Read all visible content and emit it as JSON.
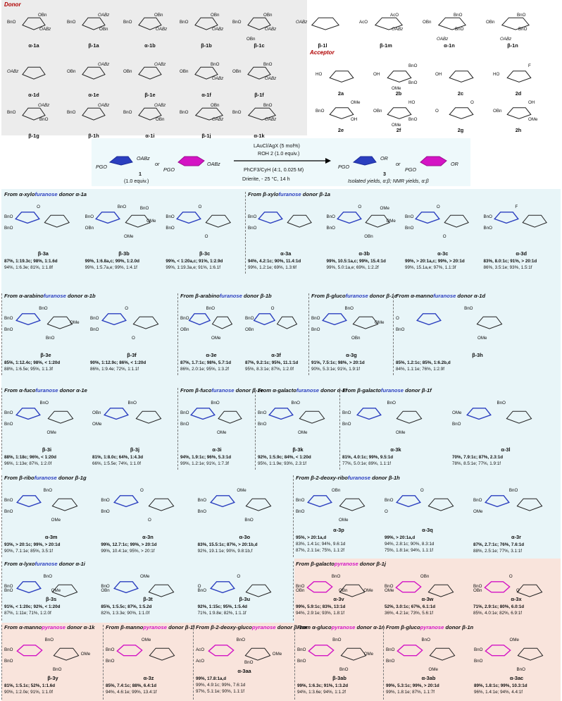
{
  "colors": {
    "donor_panel_bg": "#ececec",
    "furanose_panel_bg": "#e8f5f8",
    "pyranose_panel_bg": "#f9e4dc",
    "furanose_ring": "#2b3fbf",
    "pyranose_ring": "#d414c4",
    "title_red": "#b00000"
  },
  "donor": {
    "title": "Donor",
    "structures": [
      {
        "label": "α-1a",
        "frags": [
          "BnO",
          "OBn",
          "OABz"
        ]
      },
      {
        "label": "β-1a",
        "frags": [
          "BnO",
          "OABz",
          "OBn"
        ]
      },
      {
        "label": "α-1b",
        "frags": [
          "BnO",
          "OBn",
          "OABz"
        ]
      },
      {
        "label": "β-1b",
        "frags": [
          "BnO",
          "OBn",
          "OABz"
        ]
      },
      {
        "label": "β-1c",
        "frags": [
          "BnO",
          "OBn",
          "OABz",
          "OBn"
        ]
      },
      {
        "label": "β-1l",
        "frags": [
          "OABz"
        ]
      },
      {
        "label": "β-1m",
        "frags": [
          "AcO",
          "AcO",
          "OABz"
        ]
      },
      {
        "label": "α-1n",
        "frags": [
          "OBn",
          "BnO",
          "BnO",
          "OABz"
        ]
      },
      {
        "label": "β-1n",
        "frags": [
          "OBn",
          "BnO",
          "BnO",
          "OABz"
        ]
      },
      {
        "label": "α-1d",
        "frags": [
          "OABz"
        ]
      },
      {
        "label": "α-1e",
        "frags": [
          "OBn",
          "OABz"
        ]
      },
      {
        "label": "β-1e",
        "frags": [
          "OBn",
          "OABz"
        ]
      },
      {
        "label": "α-1f",
        "frags": [
          "OBn",
          "BnO",
          "OABz"
        ]
      },
      {
        "label": "β-1f",
        "frags": [
          "OBn",
          "BnO",
          "OABz"
        ]
      },
      {
        "label": "β-1g",
        "frags": [
          "BnO",
          "OABz",
          "BnO"
        ]
      },
      {
        "label": "β-1h",
        "frags": [
          "BnO",
          "OABz"
        ]
      },
      {
        "label": "α-1i",
        "frags": [
          "BnO",
          "OABz",
          "OBn"
        ]
      },
      {
        "label": "β-1j",
        "frags": [
          "BnO",
          "OBn",
          "OABz"
        ]
      },
      {
        "label": "α-1k",
        "frags": [
          "BnO",
          "BnO",
          "OABz"
        ]
      }
    ]
  },
  "acceptor": {
    "title": "Acceptor",
    "structures": [
      {
        "label": "2a",
        "frags": [
          "HO"
        ]
      },
      {
        "label": "2b",
        "frags": [
          "OH",
          "BnO",
          "BnO",
          "OMe"
        ]
      },
      {
        "label": "2c",
        "frags": [
          "OH"
        ]
      },
      {
        "label": "2d",
        "frags": [
          "HO",
          "F"
        ]
      },
      {
        "label": "2e",
        "frags": [
          "BnO",
          "OMe",
          "OH"
        ]
      },
      {
        "label": "2f",
        "frags": [
          "OBn",
          "HO",
          "BnO",
          "OMe"
        ]
      },
      {
        "label": "2g",
        "frags": [
          "O",
          "O"
        ]
      },
      {
        "label": "2h",
        "frags": [
          "OBn",
          "OH",
          "OMe"
        ]
      }
    ]
  },
  "scheme": {
    "donor_left_label": "PGO",
    "donor_left_leaving": "OABz",
    "or1": "or",
    "donor_num": "1",
    "donor_equiv": "(1.0 equiv.)",
    "donor_right_label": "PGO",
    "donor_right_leaving": "OABz",
    "reagent1": "LAuCl/AgX (5 mol%)",
    "reagent2": "ROH 2 (1.0 equiv.)",
    "solvent": "PhCF3/CyH (4:1, 0.025 M)",
    "conditions": "Drierite, - 25 °C, 14 h",
    "product_left_label": "PGO",
    "product_left_or": "OR",
    "or2": "or",
    "product_num": "3",
    "product_right_label": "PGO",
    "product_right_or": "OR",
    "note": "Isolated yields, α:β; NMR yields, α:β"
  },
  "sections": [
    {
      "title_parts": [
        "From α-xylo",
        "furanose",
        " donor α-1a"
      ],
      "kind": "f",
      "products": [
        {
          "name": "β-3a",
          "frags": [
            "BnO",
            "BnO",
            "O"
          ],
          "y1": "87%, 1:19.3c; 98%, 1:1.6d",
          "y2": "94%, 1:6.3e; 81%, 1:1.8f"
        },
        {
          "name": "β-3b",
          "frags": [
            "BnO",
            "OBn",
            "BnO",
            "OMe",
            "OMe",
            "BnO"
          ],
          "y1": "99%, 1:6.8a,c; 99%, 1:2.0d",
          "y2": "99%, 1:5.7a,e; 99%, 1:4.1f"
        },
        {
          "name": "β-3c",
          "frags": [
            "BnO",
            "BnO",
            "O",
            "O"
          ],
          "y1": "99%, < 1:20a,c; 91%, 1:2.9d",
          "y2": "99%, 1:19.3a,e; 91%, 1:6.1f"
        }
      ]
    },
    {
      "title_parts": [
        "From β-xylo",
        "furanose",
        " donor β-1a"
      ],
      "kind": "f",
      "products": [
        {
          "name": "α-3a",
          "frags": [
            "BnO",
            "BnO"
          ],
          "y1": "94%, 4.2:1c; 90%, 11.4:1d",
          "y2": "99%, 1.2:1e; 69%, 1.3:6f"
        },
        {
          "name": "α-3b",
          "frags": [
            "BnO",
            "BnO",
            "O",
            "OBn",
            "OMe",
            "OMe"
          ],
          "y1": "99%, 10.5:1a,c; 99%, 15.4:1d",
          "y2": "99%, 5.0:1a,e; 69%, 1:2.2f"
        },
        {
          "name": "α-3c",
          "frags": [
            "BnO",
            "BnO",
            "O",
            "O"
          ],
          "y1": "99%, > 20:1a,c; 99%, > 20:1d",
          "y2": "99%, 15.1a,e; 97%, 1.1:3f"
        },
        {
          "name": "α-3d",
          "frags": [
            "BnO",
            "BnO",
            "F"
          ],
          "y1": "83%, 8.0:1c; 91%, > 20:1d",
          "y2": "86%, 3.5:1e; 93%, 1.5:1f"
        }
      ]
    },
    {
      "title_parts": [
        "From α-arabino",
        "furanose",
        " donor α-1b"
      ],
      "kind": "f",
      "products": [
        {
          "name": "β-3e",
          "frags": [
            "BnO",
            "BnO",
            "BnO",
            "BnO",
            "OMe"
          ],
          "y1": "85%, 1:12.4c; 98%, < 1:20d",
          "y2": "88%, 1:6.5e; 95%, 1:1.3f"
        },
        {
          "name": "β-3f",
          "frags": [
            "BnO",
            "BnO",
            "O",
            "O"
          ],
          "y1": "90%, 1:12.9c; 86%, < 1:20d",
          "y2": "86%, 1:9.4e; 72%, 1:1.1f"
        }
      ]
    },
    {
      "title_parts": [
        "From β-arabino",
        "furanose",
        " donor β-1b"
      ],
      "kind": "f",
      "products": [
        {
          "name": "α-3e",
          "frags": [
            "BnO",
            "OBn",
            "BnO",
            "OMe"
          ],
          "y1": "87%, 1.7:1c; 98%, 5.7:1d",
          "y2": "86%, 2.0:1e; 95%, 1:3.2f"
        },
        {
          "name": "α-3f",
          "frags": [
            "BnO",
            "OBn",
            "O"
          ],
          "y1": "87%, 9.2:1c; 95%, 11.1:1d",
          "y2": "95%, 8.3:1e; 87%, 1:2.0f"
        }
      ]
    },
    {
      "title_parts": [
        "From β-gluco",
        "furanose",
        " donor β-1c"
      ],
      "kind": "f",
      "products": [
        {
          "name": "α-3g",
          "frags": [
            "BnO",
            "BnO",
            "BnO",
            "OBn",
            "OMe"
          ],
          "y1": "91%, 7.5:1c; 98%, > 20:1d",
          "y2": "90%, 5.3:1e; 91%, 1.9:1f"
        }
      ]
    },
    {
      "title_parts": [
        "From α-manno",
        "furanose",
        " donor α-1d"
      ],
      "kind": "f",
      "products": [
        {
          "name": "β-3h",
          "frags": [
            "O",
            "BnO",
            "BnO",
            "OMe"
          ],
          "y1": "85%, 1.2:1c; 85%, 1:6.2b,d",
          "y2": "84%, 1.1:1e; 76%, 1:2.9f"
        }
      ]
    },
    {
      "title_parts": [
        "From α-fuco",
        "furanose",
        " donor α-1e"
      ],
      "kind": "f",
      "products": [
        {
          "name": "β-3i",
          "frags": [
            "BnO",
            "BnO",
            "BnO",
            "OMe"
          ],
          "y1": "88%, 1:18c; 96%, < 1:20d",
          "y2": "96%, 1:13e; 87%, 1:2.0f"
        },
        {
          "name": "β-3j",
          "frags": [
            "OBn",
            "OMe",
            "BnO"
          ],
          "y1": "81%, 1:8.0c; 64%, 1:4.3d",
          "y2": "66%, 1:5.5e; 74%, 1:1.0f"
        }
      ]
    },
    {
      "title_parts": [
        "From β-fuco",
        "furanose",
        " donor β-1e"
      ],
      "kind": "f",
      "products": [
        {
          "name": "α-3i",
          "frags": [
            "BnO",
            "BnO",
            "BnO",
            "OMe"
          ],
          "y1": "94%, 1.9:1c; 96%, 5.3:1d",
          "y2": "99%, 1.2:1e; 91%, 1:7.3f"
        }
      ]
    },
    {
      "title_parts": [
        "From α-galacto",
        "furanose",
        " donor α-1f"
      ],
      "kind": "f",
      "products": [
        {
          "name": "β-3k",
          "frags": [
            "BnO",
            "BnO",
            "BnO",
            "OMe"
          ],
          "y1": "92%, 1:5.9c; 84%, < 1:20d",
          "y2": "95%, 1:1.9e; 93%, 2.3:1f"
        }
      ]
    },
    {
      "title_parts": [
        "From β-galacto",
        "furanose",
        " donor β-1f"
      ],
      "kind": "f",
      "products": [
        {
          "name": "α-3k",
          "frags": [
            "BnO",
            "BnO",
            "BnO",
            "OMe"
          ],
          "y1": "81%, 4.0:1c; 99%, 9.5:1d",
          "y2": "77%, 5.0:1e; 89%, 1.1:1f"
        },
        {
          "name": "α-3l",
          "frags": [
            "OMe",
            "BnO",
            "BnO"
          ],
          "y1": "70%, 7.9:1c; 87%, 2.3:1d",
          "y2": "78%, 8.5:1e; 77%, 1.9:1f"
        }
      ]
    },
    {
      "title_parts": [
        "From β-ribo",
        "furanose",
        " donor β-1g"
      ],
      "kind": "f",
      "products": [
        {
          "name": "α-3m",
          "frags": [
            "BnO",
            "BnO",
            "BnO",
            "OMe"
          ],
          "y1": "93%, > 20:1c; 99%, > 20:1d",
          "y2": "90%, 7.1:1e; 85%, 3.5:1f"
        },
        {
          "name": "α-3n",
          "frags": [
            "BnO",
            "BnO",
            "O",
            "O"
          ],
          "y1": "99%, 12.7:1c; 99%, > 20:1d",
          "y2": "99%, 10.4:1e; 95%, > 20:1f"
        },
        {
          "name": "α-3o",
          "frags": [
            "BnO",
            "BnO",
            "OMe",
            "BnO"
          ],
          "y1": "83%, 15.5:1c; 87%, > 20:1b,d",
          "y2": "92%, 19.1:1e; 90%, 9.8:1b,f"
        }
      ]
    },
    {
      "title_parts": [
        "From β-2-deoxy-ribo",
        "furanose",
        " donor β-1h"
      ],
      "kind": "f",
      "products": [
        {
          "name": "α-3p",
          "frags": [
            "BnO",
            "BnO",
            "OBn",
            "OMe"
          ],
          "y1": "95%, > 20:1a,d",
          "y2": "83%, 1.4:1c; 94%, 9.6:1d",
          "y3": "87%, 2.1:1e; 75%, 1.1:2f"
        },
        {
          "name": "α-3q",
          "frags": [
            "BnO",
            "O",
            "O"
          ],
          "y1": "99%, > 20:1a,d",
          "y2": "94%, 2.8:1c; 90%, 8.3:1d",
          "y3": "75%, 1.8:1e; 94%, 1.1:1f"
        },
        {
          "name": "α-3r",
          "frags": [
            "BnO",
            "OMe",
            "BnO"
          ],
          "y1": "87%, 2.7:1c; 76%, 7.6:1d",
          "y2": "88%, 2.5:1e; 77%, 3.1:1f"
        }
      ]
    },
    {
      "title_parts": [
        "From α-lyxo",
        "furanose",
        " donor α-1i"
      ],
      "kind": "f",
      "products": [
        {
          "name": "β-3s",
          "frags": [
            "BnO",
            "BnO",
            "BnO",
            "OMe"
          ],
          "y1": "91%, < 1:20c; 92%, < 1:20d",
          "y2": "87%, 1:11e; 71%, 1:2.0f"
        },
        {
          "name": "β-3t",
          "frags": [
            "BnO",
            "OBn",
            "OMe"
          ],
          "y1": "85%, 1:5.5c; 87%, 1:5.2d",
          "y2": "82%, 1:3.3e; 90%, 1:1.0f"
        },
        {
          "name": "β-3u",
          "frags": [
            "O",
            "BnO",
            "O"
          ],
          "y1": "92%, 1:15c; 95%, 1:5.4d",
          "y2": "71%, 1:9.8e; 82%, 1:1.1f"
        }
      ]
    },
    {
      "title_parts": [
        "From β-galacto",
        "pyranose",
        " donor β-1j"
      ],
      "kind": "p",
      "products": [
        {
          "name": "α-3v",
          "frags": [
            "BnO",
            "OBn",
            "BnO",
            "OBn",
            "OMe"
          ],
          "y1": "99%, 5.9:1c; 83%, 13:1d",
          "y2": "94%, 2.9:1e; 93%, 1.8:1f"
        },
        {
          "name": "α-3w",
          "frags": [
            "BnO",
            "OMe",
            "OBn"
          ],
          "y1": "52%, 3.0:1c; 67%, 6.1:1d",
          "y2": "36%, 4.2:1e; 73%, 5.6:1f"
        },
        {
          "name": "α-3x",
          "frags": [
            "BnO",
            "OBn",
            "O",
            "O"
          ],
          "y1": "71%, 2.9:1c; 80%, 6.0:1d",
          "y2": "85%, 4.0:1e; 82%, 6.9:1f"
        }
      ]
    },
    {
      "title_parts": [
        "From α-manno",
        "pyranose",
        " donor α-1k"
      ],
      "kind": "p",
      "products": [
        {
          "name": "β-3y",
          "frags": [
            "BnO",
            "BnO",
            "BnO",
            "BnO",
            "OMe"
          ],
          "y1": "81%, 1:5.1c; 52%, 1:1.6d",
          "y2": "90%, 1:2.0e; 91%, 1:1.0f"
        }
      ]
    },
    {
      "title_parts": [
        "From β-manno",
        "pyranose",
        " donor β-1l"
      ],
      "kind": "p",
      "products": [
        {
          "name": "α-3z",
          "frags": [
            "BnO",
            "BnO",
            "OMe"
          ],
          "y1": "85%, 7.4:1c; 88%, 6.4:1d",
          "y2": "94%, 4.6:1e; 99%, 13.4:1f"
        }
      ]
    },
    {
      "title_parts": [
        "From β-2-deoxy-gluco",
        "pyranose",
        " donor β-1m"
      ],
      "kind": "p",
      "products": [
        {
          "name": "α-3aa",
          "frags": [
            "AcO",
            "AcO",
            "BnO",
            "BnO",
            "OMe"
          ],
          "y1": "99%, 17.8:1a,d",
          "y2": "99%, 4.9:1c; 99%, 7.6:1d",
          "y3": "97%, 5.1:1e; 90%, 1.1:1f"
        }
      ]
    },
    {
      "title_parts": [
        "From α-gluco",
        "pyranose",
        " donor α-1n"
      ],
      "kind": "p",
      "products": [
        {
          "name": "β-3ab",
          "frags": [
            "BnO",
            "BnO",
            "BnO",
            "BnO",
            "OMe"
          ],
          "y1": "99%, 1:6.3c; 91%, 1:3.2d",
          "y2": "94%, 1:3.6e; 94%, 1:1.2f"
        }
      ]
    },
    {
      "title_parts": [
        "From β-gluco",
        "pyranose",
        " donor β-1n"
      ],
      "kind": "p",
      "products": [
        {
          "name": "α-3ab",
          "frags": [
            "BnO",
            "BnO",
            "BnO",
            "OMe"
          ],
          "y1": "99%, 5.3:1c; 99%, > 20:1d",
          "y2": "99%, 1.8:1e; 87%, 1.1:7f"
        },
        {
          "name": "α-3ac",
          "frags": [
            "BnO",
            "BnO",
            "OMe",
            "BnO"
          ],
          "y1": "89%, 1.8:1c; 99%, 10.3:1d",
          "y2": "96%, 1.4:1e; 94%, 4.4:1f"
        }
      ]
    }
  ]
}
